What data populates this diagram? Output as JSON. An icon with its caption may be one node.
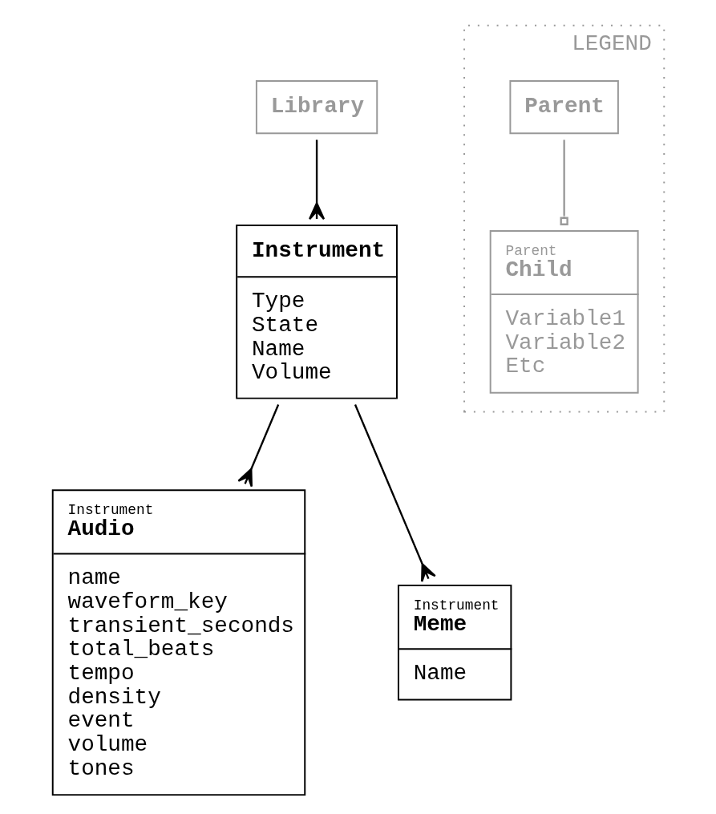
{
  "diagram": {
    "nodes": [
      {
        "text": [
          "Library"
        ]
      },
      {
        "text": [
          "Instrument",
          "Type",
          "State",
          "Name",
          "Volume"
        ]
      },
      {
        "text": [
          "Instrument",
          "Audio",
          "name",
          "waveform_key",
          "transient_seconds",
          "total_beats",
          "tempo",
          "density",
          "event",
          "volume",
          "tones"
        ]
      },
      {
        "text": [
          "Instrument",
          "Meme",
          "Name"
        ]
      },
      {
        "text": [
          "LEGEND"
        ]
      },
      {
        "text": [
          "Parent"
        ],
        "in": 4
      },
      {
        "text": [
          "Parent",
          "Child",
          "Variable1",
          "Variable2",
          "Etc"
        ],
        "in": 4
      }
    ],
    "edges": [
      {
        "from": 0,
        "to": 1,
        "arrow": "other"
      },
      {
        "from": 1,
        "to": 2,
        "arrow": "other"
      },
      {
        "from": 1,
        "to": 3,
        "arrow": "other"
      },
      {
        "from": 5,
        "to": 6,
        "arrow": "other",
        "color": "#999999"
      }
    ]
  }
}
